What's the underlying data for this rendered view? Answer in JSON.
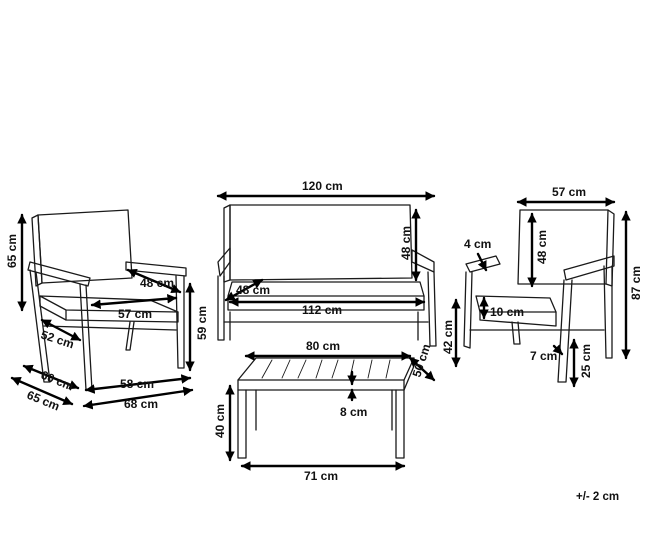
{
  "armchair_left": {
    "height": "65 cm",
    "back_height": "48 cm",
    "seat_width": "57 cm",
    "seat_depth": "52 cm",
    "depth_60": "60 cm",
    "depth_65": "65 cm",
    "inner_width": "58 cm",
    "width": "68 cm",
    "seat_front": "59 cm"
  },
  "sofa": {
    "width": "120 cm",
    "back_height": "48 cm",
    "seat_depth": "48 cm",
    "seat_width": "112 cm"
  },
  "table": {
    "length": "80 cm",
    "depth": "50 cm",
    "top_thickness": "8 cm",
    "height": "40 cm",
    "leg_span": "71 cm"
  },
  "armchair_right": {
    "width": "57 cm",
    "arm_thickness": "4 cm",
    "back_height": "48 cm",
    "height": "87 cm",
    "cushion": "10 cm",
    "seat_height": "42 cm",
    "leg_width": "7 cm",
    "arm_leg": "25 cm"
  },
  "tolerance": "+/- 2 cm"
}
